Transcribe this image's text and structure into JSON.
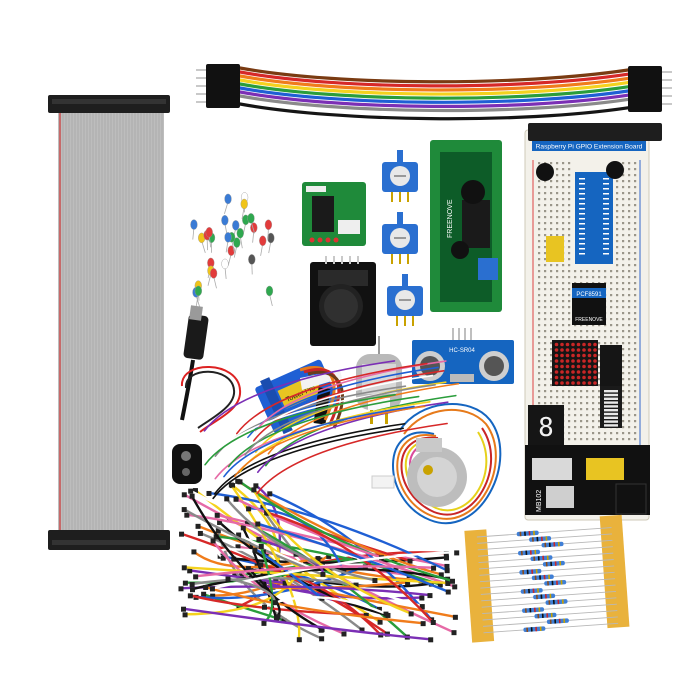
{
  "labels": {
    "gpio_board_title": "Raspberry Pi GPIO Extension Board",
    "pcf_chip": "PCF8591",
    "pcf_brand": "FREENOVE",
    "lcd_brand": "FREENOVE",
    "servo_brand": "Tower Pro",
    "ultrasonic_model": "HC-SR04",
    "power_module_model": "MB102"
  },
  "colors": {
    "ribbon_grey": "#b9b9b9",
    "connector_black": "#1e1e1e",
    "pcb_green": "#1f8a3a",
    "pcb_blue": "#1565c0",
    "breadboard": "#f3f1ea",
    "resistor_tape": "#e9b23c",
    "pot_blue": "#2a6fd0"
  },
  "icons": [
    "ribbon-cable",
    "rainbow-jumper-cable",
    "led-pack",
    "stepper-driver-board",
    "potentiometer",
    "lcd-i2c-module",
    "gpio-breadboard",
    "joystick-module",
    "dc-power-jack",
    "battery-clip",
    "servo-motor",
    "dc-motor",
    "ultrasonic-sensor",
    "stepper-motor",
    "jumper-wires",
    "resistor-tape"
  ]
}
